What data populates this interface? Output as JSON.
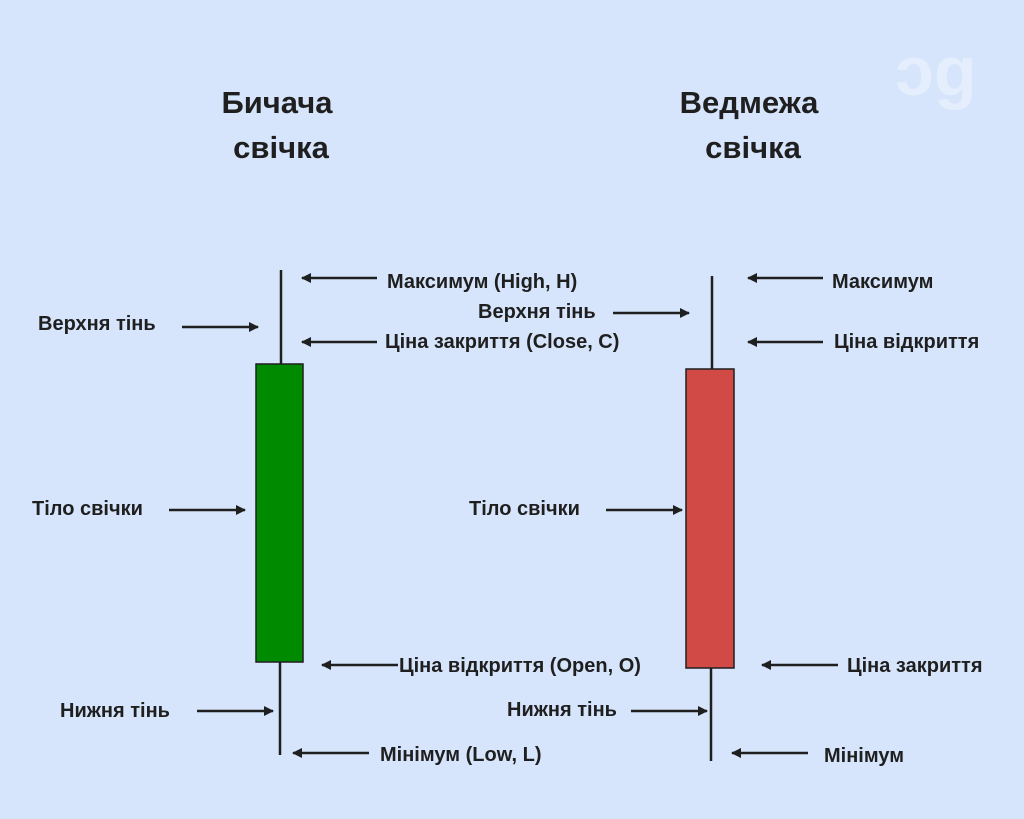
{
  "colors": {
    "background": "#d6e5fb",
    "bull_body": "#008a00",
    "bear_body": "#d24a45",
    "line": "#1f1f1f",
    "text": "#1f1f1f",
    "watermark": "#e4eefd"
  },
  "watermark": "ɔg",
  "bullish": {
    "title_line1": "Бичача",
    "title_line2": "свічка",
    "labels": {
      "high": "Максимум (High, H)",
      "upper_shadow": "Верхня тінь",
      "close": "Ціна закриття (Close, C)",
      "body": "Тіло свічки",
      "open": "Ціна відкриття (Open, O)",
      "lower_shadow": "Нижня тінь",
      "low": "Мінімум (Low, L)"
    }
  },
  "bearish": {
    "title_line1": "Ведмежа",
    "title_line2": "свічка",
    "labels": {
      "high": "Максимум",
      "upper_shadow": "Верхня тінь",
      "open": "Ціна відкриття",
      "body": "Тіло свічки",
      "close": "Ціна закриття",
      "lower_shadow": "Нижня тінь",
      "low": "Мінімум"
    }
  }
}
